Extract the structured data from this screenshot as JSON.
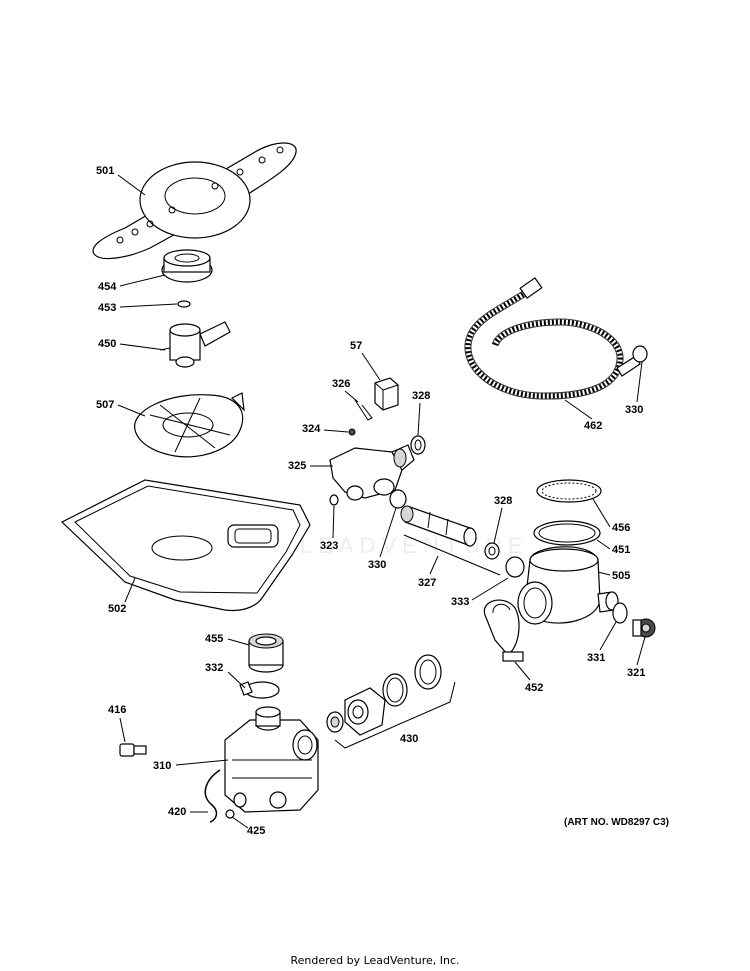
{
  "diagram": {
    "labels": {
      "p501": "501",
      "p454": "454",
      "p453": "453",
      "p450": "450",
      "p507": "507",
      "p502": "502",
      "p455": "455",
      "p332": "332",
      "p416": "416",
      "p310": "310",
      "p420": "420",
      "p425": "425",
      "p430": "430",
      "p57": "57",
      "p326": "326",
      "p324": "324",
      "p328a": "328",
      "p325": "325",
      "p323": "323",
      "p330a": "330",
      "p328b": "328",
      "p327": "327",
      "p333": "333",
      "p462": "462",
      "p330b": "330",
      "p456": "456",
      "p451": "451",
      "p505": "505",
      "p452": "452",
      "p331": "331",
      "p321": "321"
    },
    "art_number": "(ART NO. WD8297 C3)",
    "watermark": "LEADVENTURE"
  },
  "footer": "Rendered by LeadVenture, Inc."
}
